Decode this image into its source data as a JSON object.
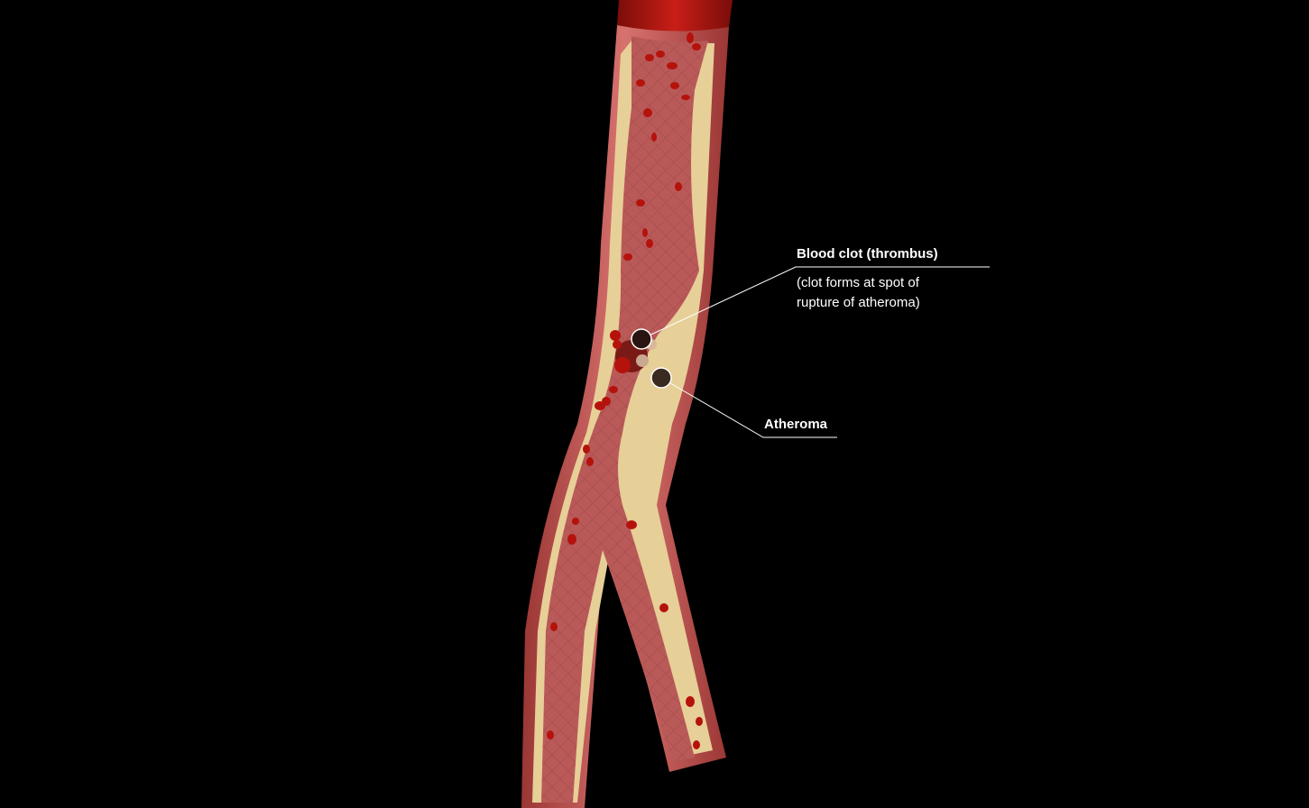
{
  "labels": {
    "thrombus": {
      "title": "Blood clot (thrombus)",
      "description_line1": "(clot forms at spot of",
      "description_line2": "rupture of atheroma)"
    },
    "atheroma": {
      "title": "Atheroma"
    }
  },
  "colors": {
    "background": "#000000",
    "vessel_wall": "#c9605f",
    "vessel_wall_dark": "#8e2f2d",
    "vessel_interior": "#b4504e",
    "lumen": "#b95a59",
    "plaque": "#e7cf98",
    "blood_cell": "#b5120c",
    "aorta_cap": "#a4140f",
    "leader_line": "#ffffff",
    "marker_fill": "#3a2a20"
  }
}
